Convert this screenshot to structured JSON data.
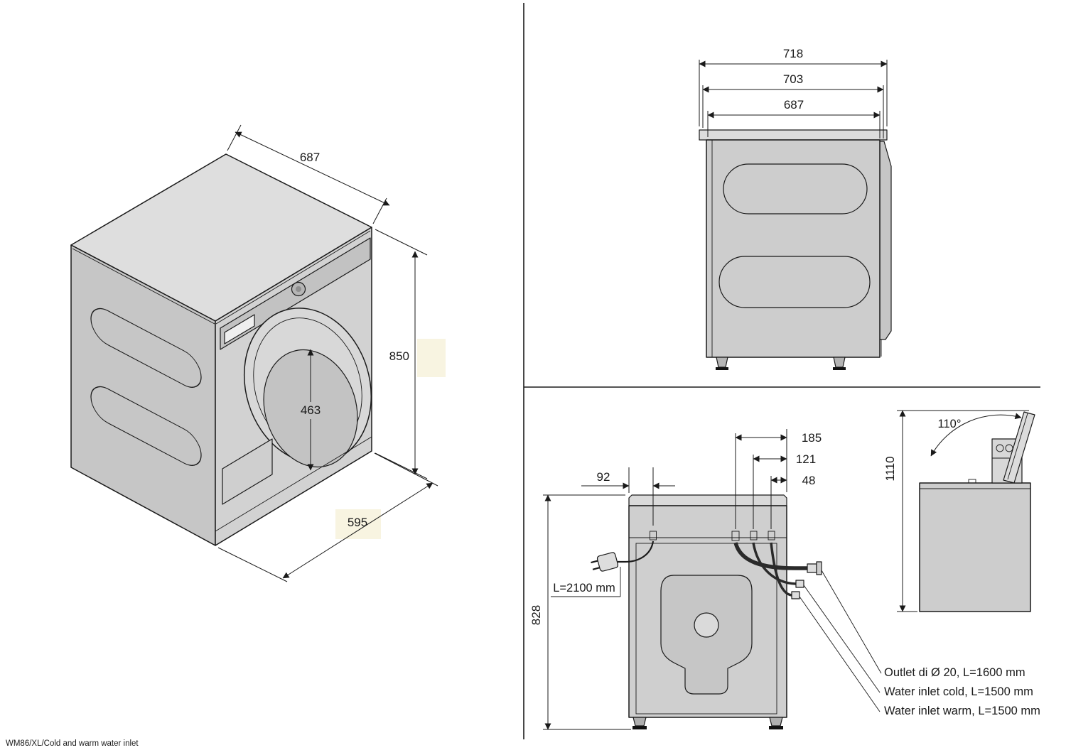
{
  "footer": {
    "caption": "WM86/XL/Cold and warm water inlet"
  },
  "iso_view": {
    "dim_depth": "687",
    "dim_height": "850",
    "dim_door_diameter": "463",
    "dim_width": "595"
  },
  "side_view": {
    "dim_depth_total": "718",
    "dim_depth_mid": "703",
    "dim_depth_body": "687"
  },
  "rear_view": {
    "dim_cable_offset": "92",
    "dim_outlet_offset": "185",
    "dim_cold_offset": "121",
    "dim_warm_offset": "48",
    "dim_height": "828",
    "cable_length_label": "L=2100 mm",
    "callout_outlet": "Outlet di Ø 20, L=1600 mm",
    "callout_cold": "Water inlet cold, L=1500 mm",
    "callout_warm": "Water inlet warm, L=1500 mm"
  },
  "lid_view": {
    "opening_angle": "110°",
    "dim_height_open": "1110"
  },
  "colors": {
    "line": "#1a1a1a",
    "body_light": "#dcdcdc",
    "body_mid": "#cdcdcd",
    "body_dark": "#c4c4c4",
    "highlight": "#f8f4e1"
  }
}
